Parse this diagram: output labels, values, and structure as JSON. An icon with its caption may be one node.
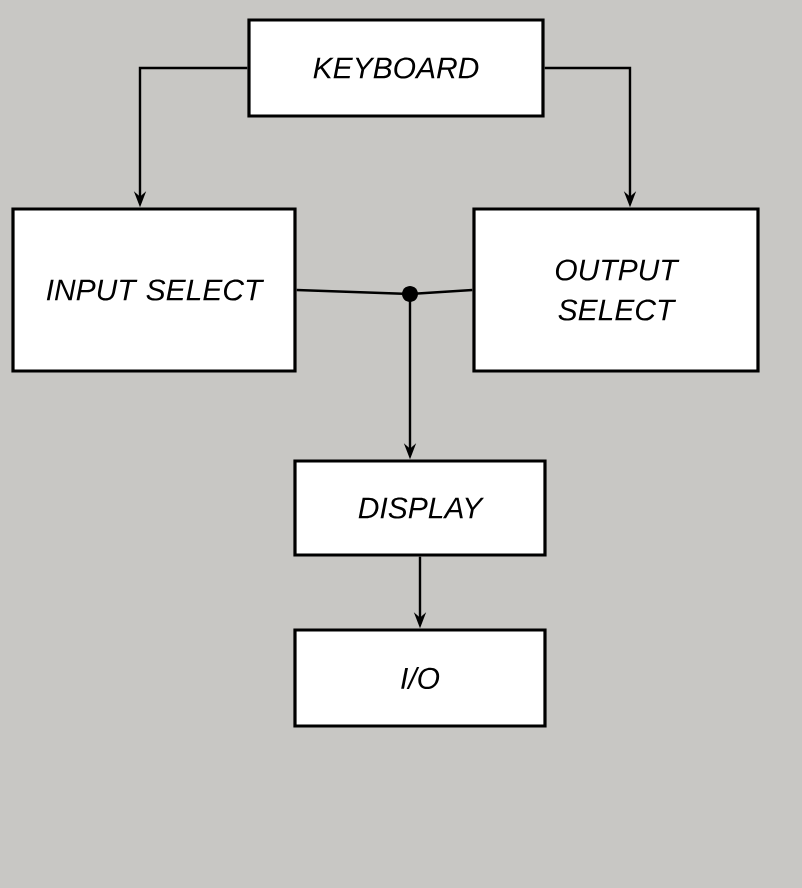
{
  "diagram": {
    "nodes": [
      {
        "text": [
          "KEYBOARD"
        ]
      },
      {
        "text": [
          "INPUT SELECT"
        ]
      },
      {
        "text": [
          "OUTPUT SELECT"
        ]
      },
      {
        "text": [
          "DISPLAY"
        ]
      },
      {
        "text": [
          "I/O"
        ]
      },
      {
        "text": [],
        "shape": "circle"
      }
    ],
    "edges": [
      {
        "from": 0,
        "to": 1,
        "arrow": "to"
      },
      {
        "from": 0,
        "to": 2,
        "arrow": "to"
      },
      {
        "from": 1,
        "to": 5,
        "arrow": "none"
      },
      {
        "from": 2,
        "to": 5,
        "arrow": "none"
      },
      {
        "from": 5,
        "to": 3,
        "arrow": "to"
      },
      {
        "from": 3,
        "to": 4,
        "arrow": "to"
      }
    ]
  }
}
